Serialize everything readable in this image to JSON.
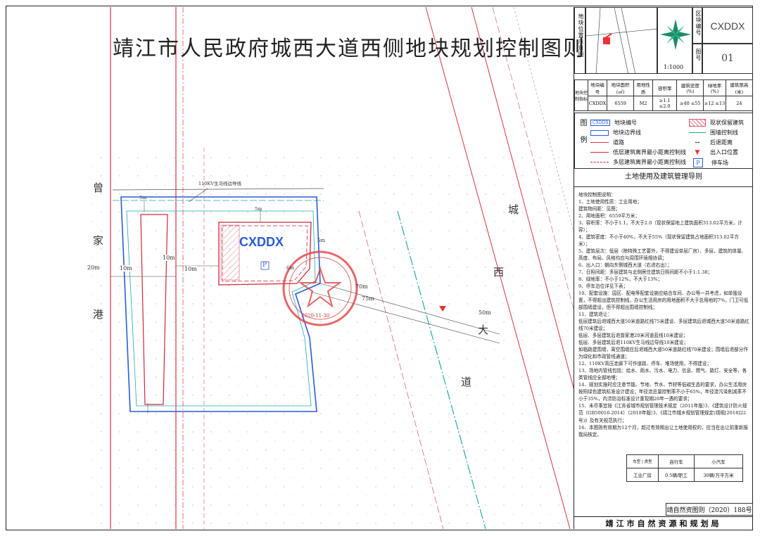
{
  "title": "靖江市人民政府城西大道西侧地块规划控制图则",
  "map": {
    "road_left_chars": [
      "曾",
      "家",
      "港"
    ],
    "road_left_width": "20m",
    "road_right_chars": [
      "城",
      "西",
      "大",
      "道"
    ],
    "road_right_width": "50m",
    "parcel_code": "CXDDX",
    "parking_symbol": "P",
    "power_line_label": "110KV生马线边导线",
    "dims": {
      "d_10m_a": "10m",
      "d_10m_b": "10m",
      "d_10m_c": "10m",
      "d_5m_a": "5m",
      "d_5m_b": "5m",
      "d_5m_c": "5m",
      "d_6m": "6m",
      "d_70m": "70m",
      "d_75m": "75m"
    },
    "stamp_date": "2020-11-30"
  },
  "panel": {
    "location_label": "地块位置示意图",
    "scale": "1:1000",
    "district_label": "区块编号",
    "district_code": "CXDDX",
    "sheet_label": "图号",
    "sheet_no": "01",
    "index_label": "地块控制指标",
    "index_headers": [
      "地块编号",
      "地块面积(㎡)",
      "用地性质",
      "容积率",
      "建筑密度(%)",
      "绿地率(%)",
      "建筑限高(米)"
    ],
    "index_values": [
      "CXDDX",
      "6559",
      "M2",
      "≥1.1 ≤2.0",
      "≥40 ≤55",
      "≥12 ≤13",
      "24"
    ],
    "legend_label": "图例",
    "legend": [
      {
        "l": "地块编号",
        "r": "现状保留建筑"
      },
      {
        "l": "地块边界线",
        "r": "围墙控制线"
      },
      {
        "l": "道路",
        "r": "后退距离"
      },
      {
        "l": "低层建筑离界最小距离控制线",
        "r": "出入口位置"
      },
      {
        "l": "多层建筑离界最小距离控制线",
        "r": "停车场"
      }
    ],
    "legend_code": "CXDDX",
    "rules_title": "土地使用及建筑管理导则",
    "rules": [
      "地块控制图说明：",
      "1、土地使用性质：工业用地；",
      "   建筑物间距：见图；",
      "2、用地面积：6559平方米；",
      "3、容积率：不小于1.1，不大于2.0（现状保留地上建筑面积313.02平方米，计容）；",
      "4、建筑密度：不小于40%，不大于55%（现状保留建筑占地面积313.02平方米）；",
      "5、建筑层次：低层（除特殊工艺要外，不得建设单层厂房）、多层，建筑的体量、高度、布局、风格均应与周围环境相协调；",
      "6、出入口：朝向东侧城西大道（右进右出）；",
      "7、日照间距：多层建筑与北侧居住建筑日照间距不小于1:1.38；",
      "8、绿地率：不小于12%，不大于13%；",
      "9、停车泊位详见下表；",
      "10、配套设施：园区、配电等配套设施应结合车间、办公等一并考虑，如单独设置，不得超出建筑控制线，办公生活用房的用地面积不大于总用地的7%，门卫可低部围墙建设，但不得超出围墙控制线；",
      "11、建筑退让：",
      "   低层建筑后退城西大道50米道路红线75米建设、多层建筑后退城西大道50米道路红线70米建设；",
      "   低层、多层建筑后退曾家港20米河道蓝线10米建设；",
      "   低层、多层建筑后退110KV生马线边导线10米建设；",
      "   如临路建围墙，离空围墙应后退城西大道50米道路红线70米建设；围墙后退部分作为绿化和市政管线通道；",
      "12、110KV高压走廊下可作道路、停车、堆场使用，不得建设；",
      "13、场地内管线包括：给水、雨水、污水、电力、信息、燃气、路灯、安全等，各类管线应全部地埋；",
      "14、规划实施时应注意节能、节地、节水、节材等低碳生态的要求，办公生活用房按照绿色建筑标准设计建设；年径流总量控制率不小于65%，年径流污染削减率不小于35%，内涝防治标准设计重现期20年一遇的要求；",
      "15、未尽事宜按《江苏省城市规划管理技术规定（2011年版）》、《建筑设计防火规范（GB50016-2014）（2018年版）》、《靖江市城乡规划管理规定(靖规[2018]22号)》及有关规范执行；",
      "16、本图则有效期为12个月，超过有效期出让土地使用权的，应当在出让前重新报我局核定。"
    ],
    "parking": {
      "corner": "车型",
      "type_hdr": "类型",
      "h1": "自行车",
      "h2": "小汽车",
      "row_label": "工业厂房",
      "v1": "0.5辆/职工",
      "v2": "30辆/万平方米"
    },
    "doc_number": "靖自然资图则（2020）188号",
    "issuer": "靖江市自然资源和规划局"
  }
}
